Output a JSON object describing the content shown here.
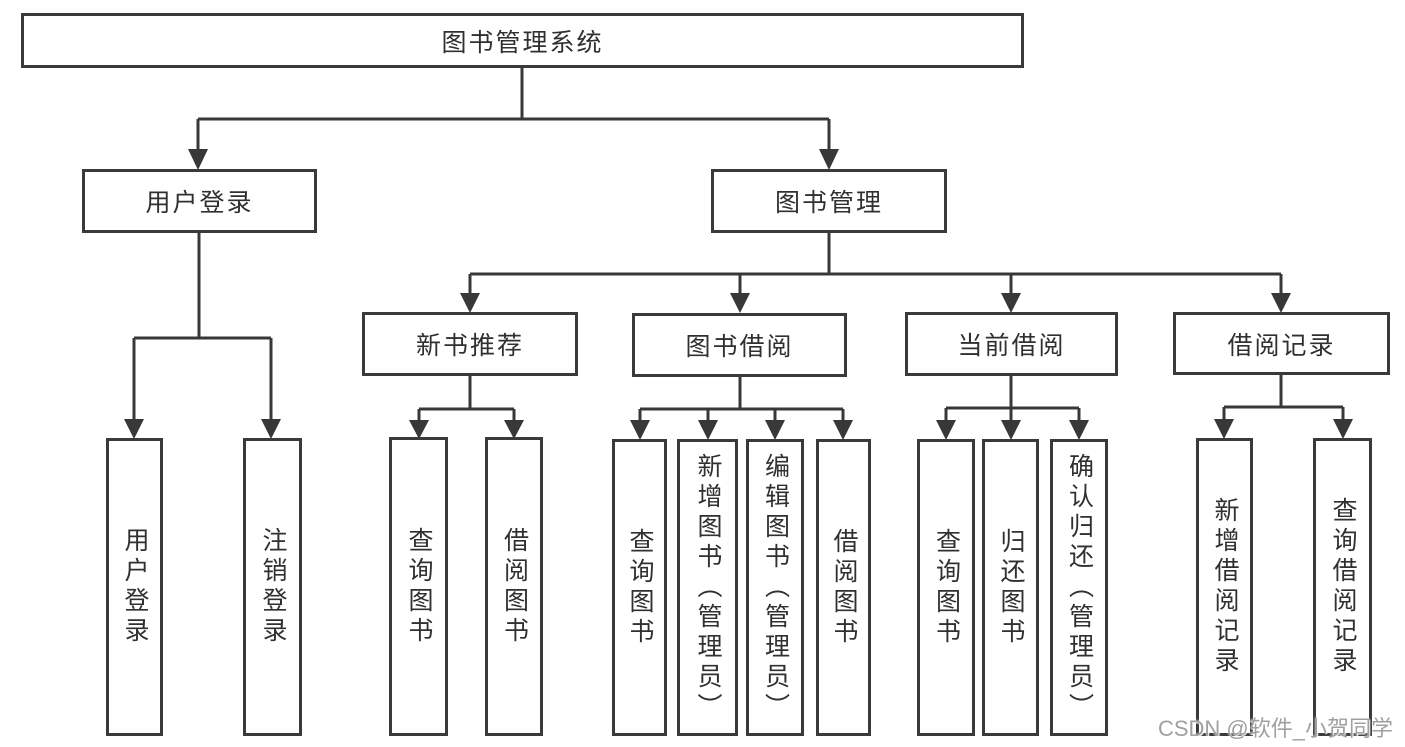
{
  "tree": {
    "label": "图书管理系统",
    "children": [
      {
        "label": "用户登录",
        "children": [
          {
            "label": "用户登录"
          },
          {
            "label": "注销登录"
          }
        ]
      },
      {
        "label": "图书管理",
        "children": [
          {
            "label": "新书推荐",
            "children": [
              {
                "label": "查询图书"
              },
              {
                "label": "借阅图书"
              }
            ]
          },
          {
            "label": "图书借阅",
            "children": [
              {
                "label": "查询图书"
              },
              {
                "label": "新增图书（管理员）"
              },
              {
                "label": "编辑图书（管理员）"
              },
              {
                "label": "借阅图书"
              }
            ]
          },
          {
            "label": "当前借阅",
            "children": [
              {
                "label": "查询图书"
              },
              {
                "label": "归还图书"
              },
              {
                "label": "确认归还（管理员）"
              }
            ]
          },
          {
            "label": "借阅记录",
            "children": [
              {
                "label": "新增借阅记录"
              },
              {
                "label": "查询借阅记录"
              }
            ]
          }
        ]
      }
    ]
  },
  "watermark": {
    "text": "CSDN @软件_小贺同学"
  },
  "colors": {
    "line": "#383838",
    "box_border": "#3a3a3a",
    "text": "#303030",
    "watermark": "#a0a0a0",
    "background": "#ffffff"
  }
}
